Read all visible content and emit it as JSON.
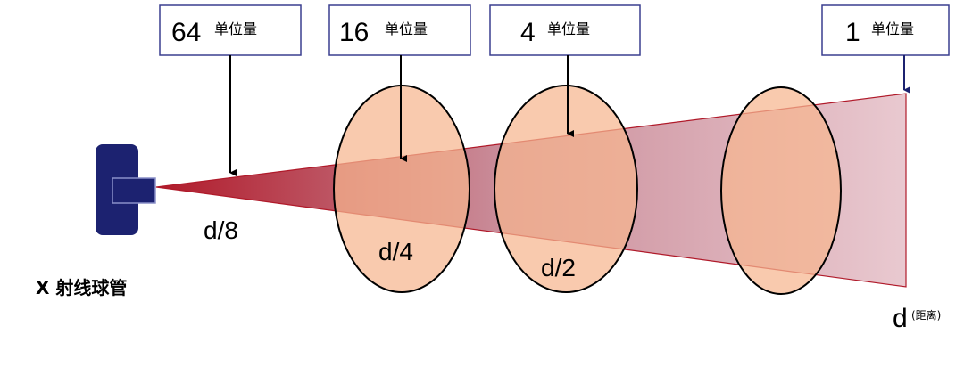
{
  "colors": {
    "tube": "#1c2270",
    "beam_dark": "#b01a2a",
    "beam_light": "#e9c9d0",
    "circle_fill": "#f6b58f",
    "box_border": "#3a3f8f",
    "pointer": "#000000",
    "d_marker": "#1c2270"
  },
  "labels": [
    {
      "number": "64",
      "unit": "单位量"
    },
    {
      "number": "16",
      "unit": "单位量"
    },
    {
      "number": "4",
      "unit": "单位量"
    },
    {
      "number": "1",
      "unit": "单位量"
    }
  ],
  "distances": [
    "d/8",
    "d/4",
    "d/2"
  ],
  "source_label": "X 射线球管",
  "axis_label": {
    "symbol": "d",
    "note": "(距离)"
  }
}
